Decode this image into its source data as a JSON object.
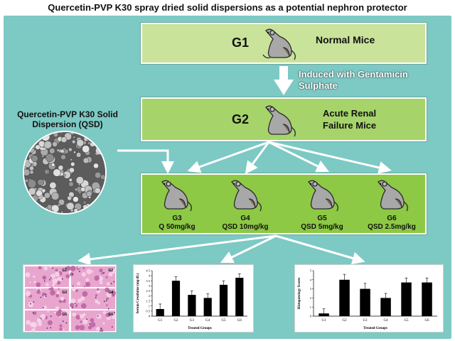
{
  "title": "Quercetin-PVP K30 spray dried solid dispersions as a potential nephron protector",
  "flow": {
    "g1": {
      "group": "G1",
      "label": "Normal Mice"
    },
    "induced": {
      "line1": "Induced with Gentamicin",
      "line2": "Sulphate"
    },
    "g2": {
      "group": "G2",
      "label_line1": "Acute Renal",
      "label_line2": "Failure Mice"
    },
    "qsd": {
      "line1": "Quercetin-PVP K30 Solid",
      "line2": "Dispersion (QSD)"
    },
    "treatments": [
      {
        "group": "G3",
        "dose": "Q 50mg/kg"
      },
      {
        "group": "G4",
        "dose": "QSD 10mg/kg"
      },
      {
        "group": "G5",
        "dose": "QSD 5mg/kg"
      },
      {
        "group": "G6",
        "dose": "QSD 2.5mg/kg"
      }
    ]
  },
  "histology": {
    "labels": [
      "G1",
      "G2",
      "G3",
      "G4",
      "G5",
      "G6"
    ]
  },
  "chart_data": [
    {
      "type": "bar",
      "categories": [
        "G1",
        "G2",
        "G3",
        "G4",
        "G5",
        "G6"
      ],
      "values": [
        0.7,
        3.5,
        2.1,
        1.8,
        3.1,
        3.8
      ],
      "errors": [
        0.5,
        0.4,
        0.4,
        0.4,
        0.4,
        0.4
      ],
      "ylabel": "Serum Creatinine (mg/dL)",
      "xlabel": "Treated Groups",
      "ylim": [
        0,
        4.5
      ],
      "yticks": [
        0,
        0.5,
        1,
        1.5,
        2,
        2.5,
        3,
        3.5,
        4,
        4.5
      ],
      "colors": {
        "bar": "#000000"
      }
    },
    {
      "type": "bar",
      "categories": [
        "G1",
        "G2",
        "G3",
        "G4",
        "G5",
        "G6"
      ],
      "values": [
        0.3,
        4.0,
        3.0,
        2.0,
        3.7,
        3.7
      ],
      "errors": [
        0.5,
        0.6,
        0.6,
        0.5,
        0.5,
        0.5
      ],
      "ylabel": "Histopatology Scores",
      "xlabel": "Treated Groups",
      "ylim": [
        0,
        5
      ],
      "yticks": [
        0,
        1,
        2,
        3,
        4,
        5
      ],
      "colors": {
        "bar": "#000000"
      }
    }
  ],
  "colors": {
    "panel": "#7dc9c4",
    "g1_box": "#c9e39a",
    "g2_box": "#a6d46b",
    "treat_box": "#8dc944",
    "arrow": "#ffffff"
  }
}
